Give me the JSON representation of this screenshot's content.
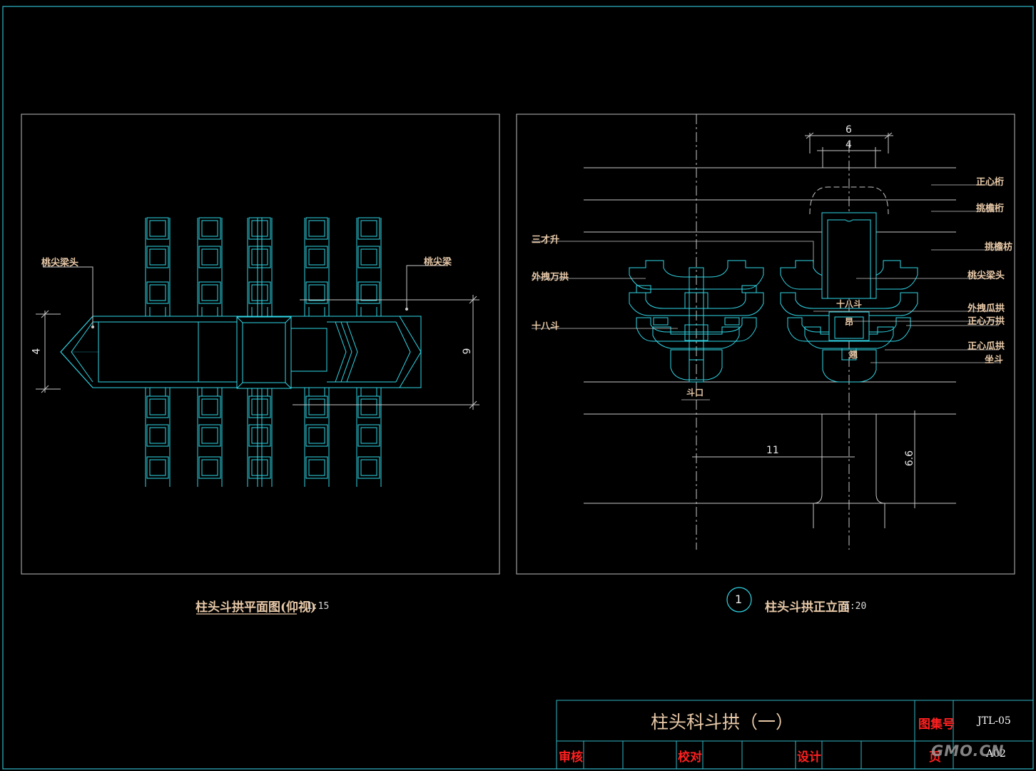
{
  "drawing": {
    "title": "柱头科斗拱（一）",
    "atlas_label": "图集号",
    "atlas_no": "JTL-05",
    "page_label": "页",
    "page_no": "A02",
    "review_label": "审核",
    "check_label": "校对",
    "design_label": "设计",
    "watermark": "GMO.CN"
  },
  "plan_view": {
    "caption": "柱头斗拱平面图(仰视)",
    "scale": "1:15",
    "labels": {
      "left": "桃尖梁头",
      "right": "桃尖梁"
    },
    "dims": {
      "left": "4",
      "right": "6"
    }
  },
  "elevation_view": {
    "number": "1",
    "caption": "柱头斗拱正立面",
    "scale": "1:20",
    "dims": {
      "top_outer": "6",
      "top_inner": "4",
      "bottom": "11",
      "right": "6.6"
    },
    "labels_left": [
      "三才升",
      "外拽万拱",
      "十八斗"
    ],
    "labels_right": [
      "正心桁",
      "挑檐桁",
      "挑檐枋",
      "桃尖梁头",
      "外拽瓜拱",
      "正心万拱",
      "正心瓜拱",
      "坐斗"
    ],
    "labels_inner": [
      "十八斗",
      "昂",
      "翘",
      "斗口"
    ]
  },
  "colors": {
    "line_cyan": "#30d8e8",
    "line_white": "#c8c8c8",
    "text_tan": "#e8c9a8",
    "text_red": "#ff2020",
    "frame": "#2fb8c8"
  }
}
